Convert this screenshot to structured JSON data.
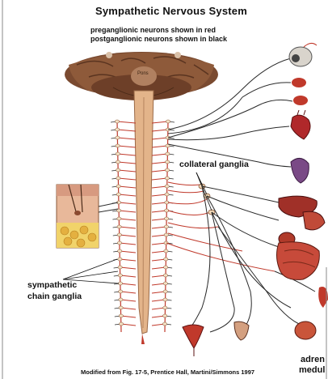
{
  "labels": {
    "title": "Sympathetic Nervous System",
    "subtitle_line1": "preganglionic neurons shown in red",
    "subtitle_line2": "postganglionic neurons shown in black",
    "collateral": "collateral ganglia",
    "chain_line1": "sympathetic",
    "chain_line2": "chain ganglia",
    "adrenal_line1": "adren",
    "adrenal_line2": "medul",
    "credit": "Modified from Fig. 17-5, Prentice Hall, Martini/Simmons 1997",
    "brain_tag": "Pons"
  },
  "colors": {
    "preganglionic": "#c0392b",
    "postganglionic": "#2a2a2a",
    "brain": "#8a5a3c",
    "cord": "#e2b48a",
    "organ_red": "#c0392b",
    "skin": "#e6b9a0"
  }
}
